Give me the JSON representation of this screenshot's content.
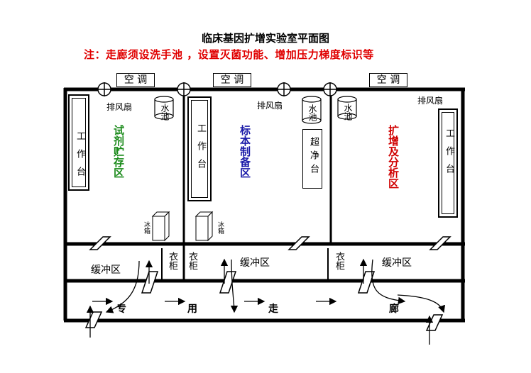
{
  "title": "临床基因扩增实验室平面图",
  "note": "注：走廊须设洗手池 ，设置灭菌功能、增加压力梯度标识等",
  "ac_label": "空 调",
  "exhaust_label": "排风扇",
  "sink_label": "水池",
  "bench_label": "工作台",
  "fridge_label": "冰箱",
  "clean_bench_label": "超净台",
  "wardrobe_label": "衣柜",
  "buffer_label": "缓冲区",
  "zones": {
    "reagent": "试剂贮存区",
    "sample": "标本制备区",
    "amplify": "扩增及分析区"
  },
  "zone_colors": {
    "reagent": "#1a8a1a",
    "sample": "#1a1aa8",
    "amplify": "#d00000"
  },
  "note_color": "#e00000",
  "corridor_chars": [
    "专",
    "用",
    "走",
    "廊"
  ]
}
